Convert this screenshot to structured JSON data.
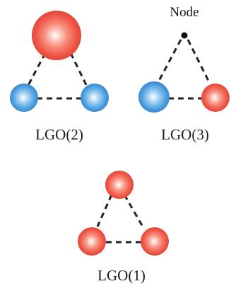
{
  "figure": {
    "labels": {
      "lgo2": "LGO(2)",
      "lgo3": "LGO(3)",
      "lgo1": "LGO(1)",
      "node": "Node"
    },
    "colors": {
      "red_orbital": "#f0584a",
      "blue_orbital": "#4a9ee0",
      "bond": "#222222",
      "node_dot": "#111111",
      "text": "#1a1a1a"
    }
  }
}
